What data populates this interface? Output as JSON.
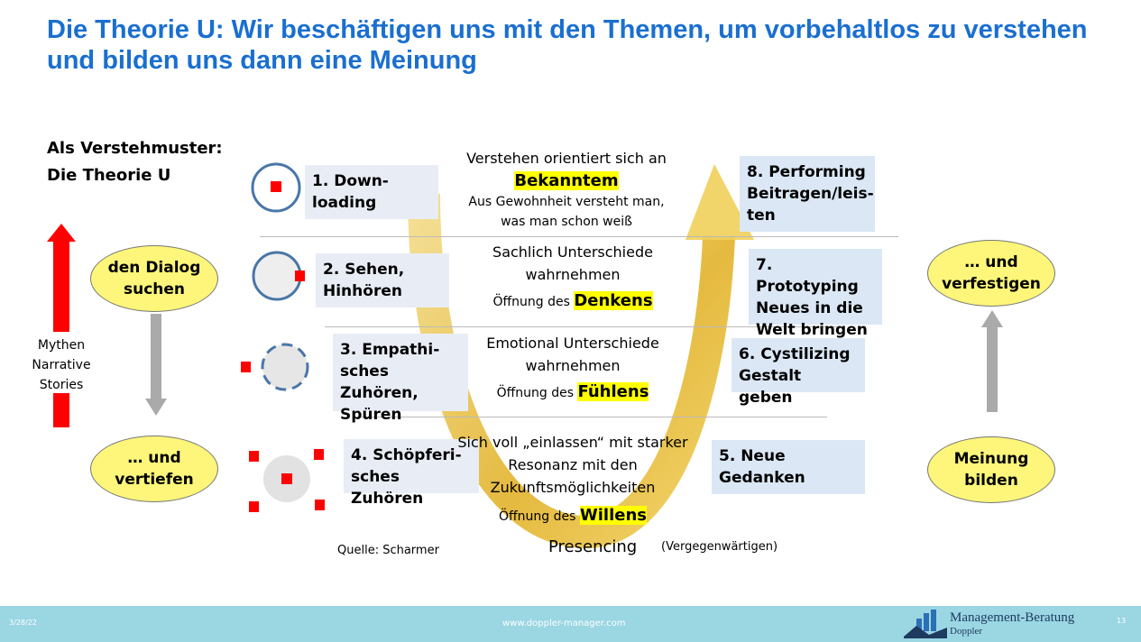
{
  "title": "Die Theorie U: Wir beschäftigen uns mit den Themen, um vorbehaltlos zu verstehen und bilden uns dann eine Meinung",
  "subtitle": [
    "Als Verstehmuster:",
    "Die Theorie U"
  ],
  "left": {
    "top_ellipse": [
      "den Dialog",
      "suchen"
    ],
    "bottom_ellipse": [
      "… und",
      "vertiefen"
    ],
    "side_label": [
      "Mythen",
      "Narrative",
      "Stories"
    ]
  },
  "right": {
    "top_ellipse": [
      "… und",
      "verfestigen"
    ],
    "bottom_ellipse": [
      "Meinung",
      "bilden"
    ]
  },
  "steps_left": [
    {
      "lines": [
        "1. Down-",
        "loading"
      ]
    },
    {
      "lines": [
        "2. Sehen,",
        "Hinhören"
      ]
    },
    {
      "lines": [
        "3. Empathi-",
        "sches Zuhören,",
        "Spüren"
      ]
    },
    {
      "lines": [
        "4. Schöpferi-",
        "sches Zuhören"
      ]
    }
  ],
  "steps_right": [
    {
      "lines": [
        "8. Performing",
        "Beitragen/leis-",
        "ten"
      ]
    },
    {
      "lines": [
        "7. Prototyping",
        "Neues in die",
        "Welt bringen"
      ]
    },
    {
      "lines": [
        "6. Cystilizing",
        "Gestalt geben"
      ]
    },
    {
      "lines": [
        "5. Neue",
        "Gedanken"
      ]
    }
  ],
  "center": {
    "level1": {
      "l1": "Verstehen orientiert sich an",
      "hl": "Bekanntem",
      "l2": "Aus Gewohnheit versteht man,",
      "l3": "was man schon weiß"
    },
    "level2": {
      "l1": "Sachlich Unterschiede",
      "l2": "wahrnehmen",
      "pre": "Öffnung des ",
      "hl": "Denkens"
    },
    "level3": {
      "l1": "Emotional Unterschiede",
      "l2": "wahrnehmen",
      "pre": "Öffnung des ",
      "hl": "Fühlens"
    },
    "level4": {
      "l1": "Sich voll „einlassen“ mit starker",
      "l2": "Resonanz mit den",
      "l3": "Zukunftsmöglichkeiten",
      "pre": "Öffnung des ",
      "hl": "Willens"
    }
  },
  "presencing": "Presencing",
  "presencing_note": "(Vergegenwärtigen)",
  "source": "Quelle: Scharmer",
  "footer": {
    "date": "3/28/22",
    "url": "www.doppler-manager.com",
    "brand": "Management-Beratung",
    "brand_sub": "Doppler",
    "page": "13"
  },
  "colors": {
    "title": "#1a6fd0",
    "highlight": "#ffff00",
    "ellipse": "#fdf67a",
    "arrow": "#e8b92e",
    "footer": "#9bd6e3",
    "marker": "#ff0000"
  }
}
